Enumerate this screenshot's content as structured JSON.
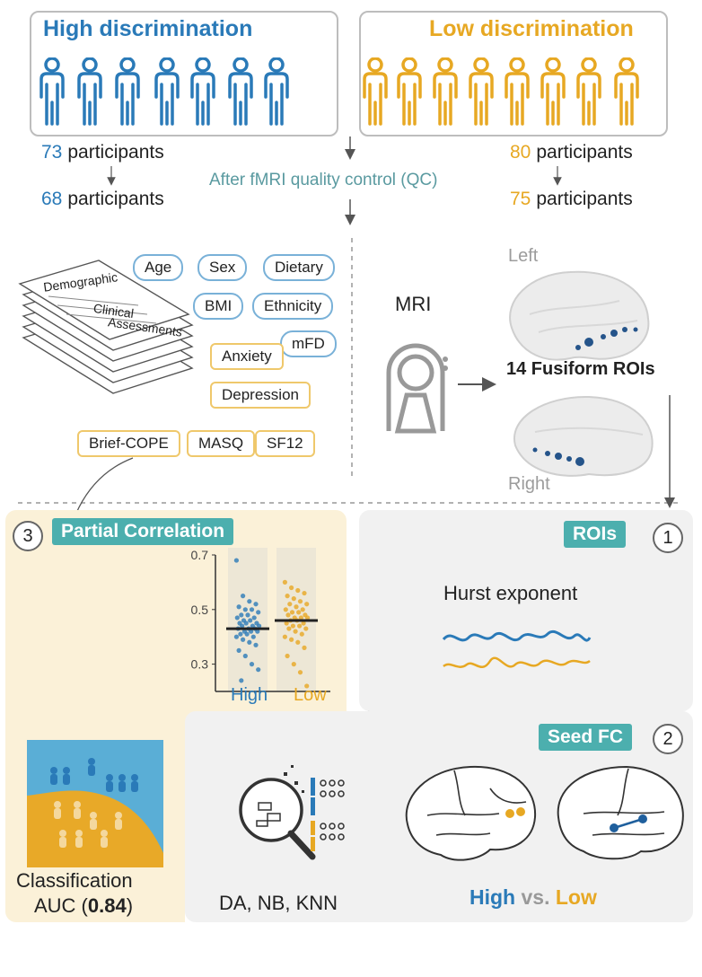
{
  "groups": {
    "high": {
      "title": "High discrimination",
      "initial_num": "73",
      "final_num": "68",
      "unit": "participants"
    },
    "low": {
      "title": "Low discrimination",
      "initial_num": "80",
      "final_num": "75",
      "unit": "participants"
    },
    "qc_label": "After fMRI quality control (QC)"
  },
  "documents": {
    "demographic": "Demographic",
    "clinical_line1": "Clinical",
    "clinical_line2": "Assessments"
  },
  "tags": {
    "blue": [
      "Age",
      "Sex",
      "Dietary",
      "BMI",
      "Ethnicity",
      "mFD"
    ],
    "gold": [
      "Anxiety",
      "Depression",
      "Brief-COPE",
      "MASQ",
      "SF12"
    ]
  },
  "mri": {
    "label": "MRI",
    "rois_label": "14 Fusiform ROIs",
    "left": "Left",
    "right": "Right"
  },
  "steps": {
    "one": {
      "num": "1",
      "label": "ROIs",
      "metric": "Hurst exponent"
    },
    "two": {
      "num": "2",
      "label": "Seed FC",
      "high": "High",
      "vs": "vs.",
      "low": "Low",
      "methods": "DA, NB, KNN"
    },
    "three": {
      "num": "3",
      "label": "Partial Correlation"
    }
  },
  "classification": {
    "line1": "Classification",
    "auc_prefix": "AUC (",
    "auc_value": "0.84",
    "auc_suffix": ")"
  },
  "chart_data": {
    "type": "scatter",
    "categories": [
      "High",
      "Low"
    ],
    "yticks": [
      "0.7",
      "0.5",
      "0.3"
    ],
    "ylim": [
      0.2,
      0.7
    ],
    "means": [
      0.43,
      0.46
    ],
    "colors": {
      "High": "#2a7ab8",
      "Low": "#e7a823"
    },
    "series": [
      {
        "name": "High",
        "values": [
          0.68,
          0.55,
          0.53,
          0.52,
          0.51,
          0.5,
          0.5,
          0.49,
          0.48,
          0.48,
          0.47,
          0.47,
          0.46,
          0.46,
          0.45,
          0.45,
          0.45,
          0.44,
          0.44,
          0.44,
          0.43,
          0.43,
          0.43,
          0.42,
          0.42,
          0.42,
          0.41,
          0.41,
          0.4,
          0.4,
          0.39,
          0.38,
          0.37,
          0.35,
          0.33,
          0.3,
          0.28,
          0.24
        ]
      },
      {
        "name": "Low",
        "values": [
          0.6,
          0.58,
          0.57,
          0.56,
          0.55,
          0.54,
          0.53,
          0.52,
          0.52,
          0.51,
          0.5,
          0.5,
          0.49,
          0.49,
          0.48,
          0.48,
          0.47,
          0.47,
          0.47,
          0.46,
          0.46,
          0.45,
          0.45,
          0.44,
          0.44,
          0.43,
          0.43,
          0.42,
          0.41,
          0.4,
          0.39,
          0.38,
          0.36,
          0.33,
          0.3,
          0.27,
          0.22
        ]
      }
    ]
  }
}
